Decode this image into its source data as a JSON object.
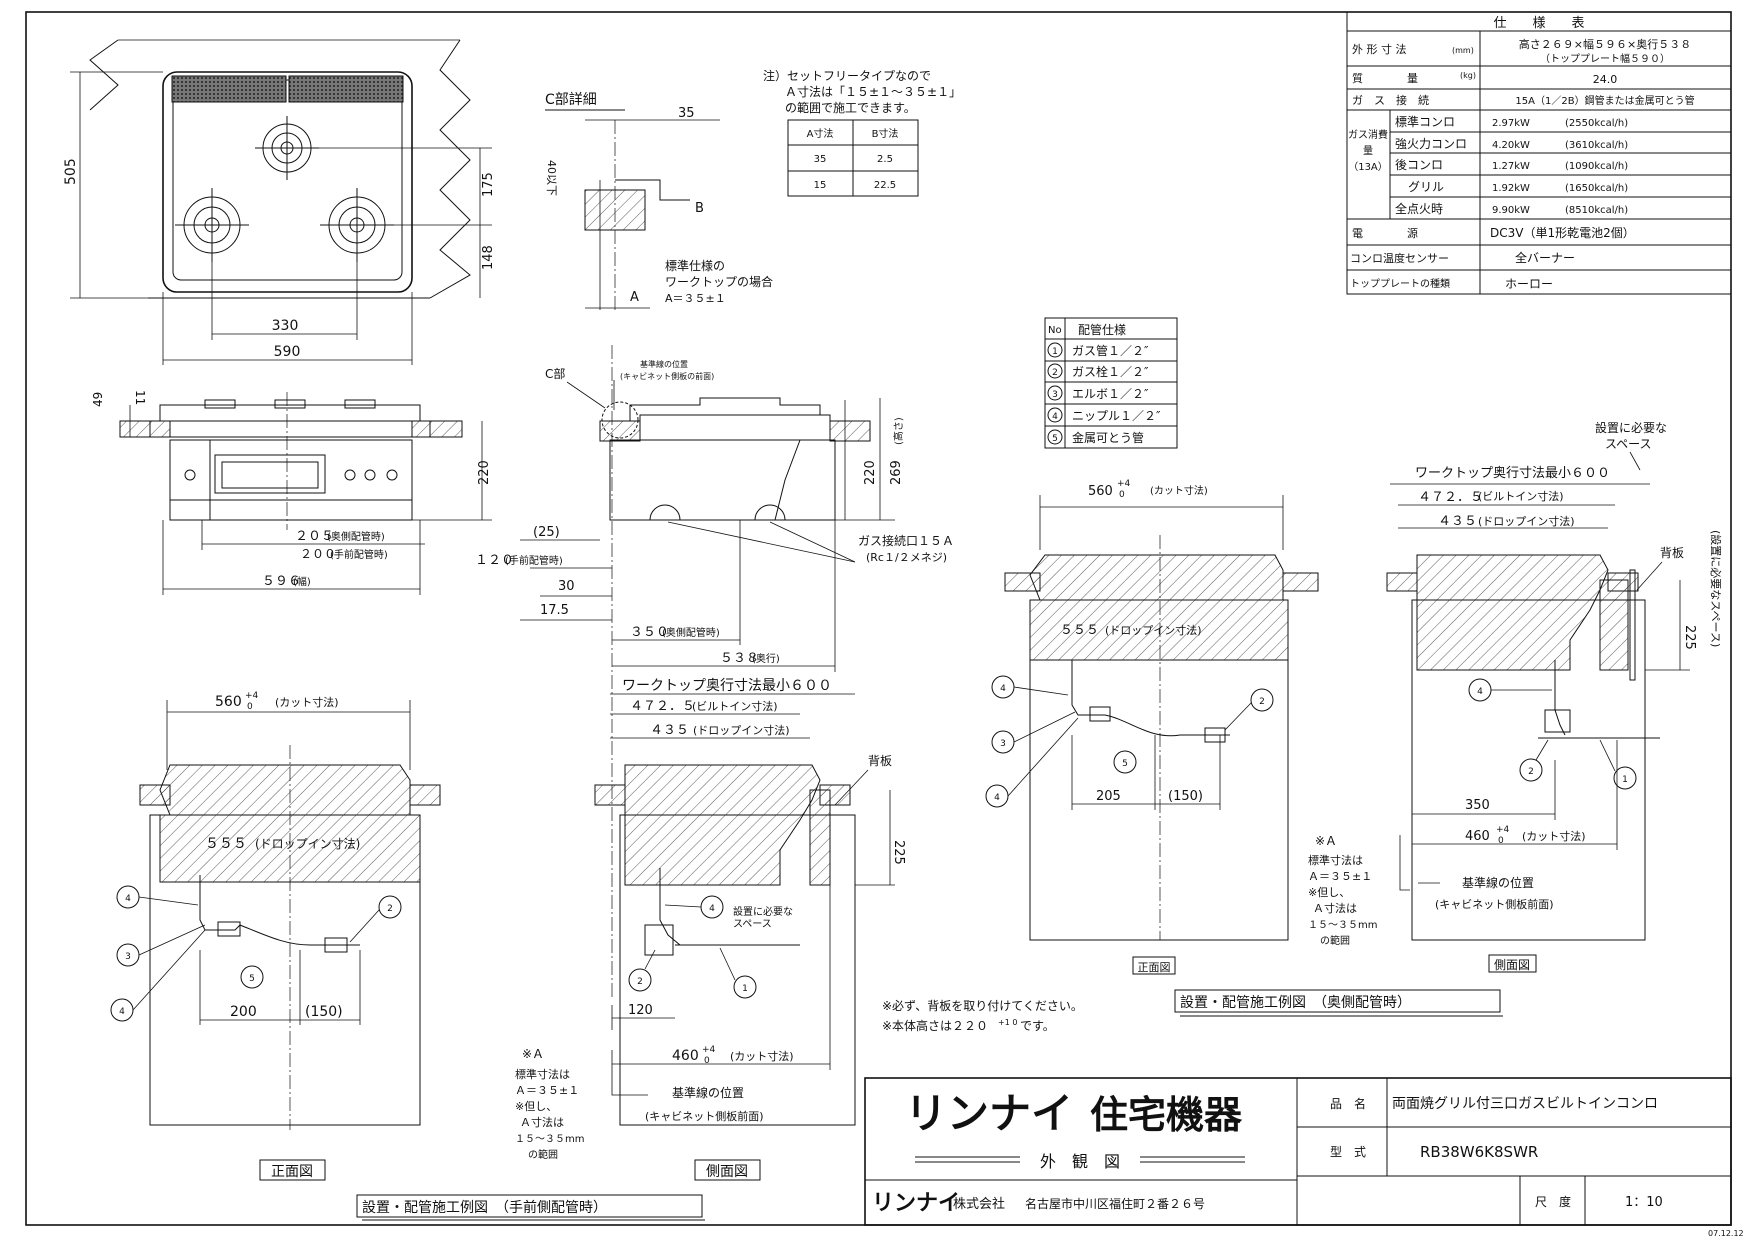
{
  "spec": {
    "title": "仕　　様　　表",
    "rows": [
      {
        "label": "外 形 寸 法",
        "unit": "(mm)",
        "value": "高さ２６９×幅５９６×奥行５３８",
        "value2": "（トッププレート幅５９０）"
      },
      {
        "label": "質　　　　量",
        "unit": "(kg)",
        "value": "24.0"
      },
      {
        "label": "ガ　ス　接　続",
        "value": "15A（1／2B）鋼管または金属可とう管"
      }
    ],
    "gas_group": "ガス消費量（13A）",
    "gas_rows": [
      {
        "label": "標準コンロ",
        "kw": "2.97kW",
        "kcal": "(2550kcal/h)"
      },
      {
        "label": "強火力コンロ",
        "kw": "4.20kW",
        "kcal": "(3610kcal/h)"
      },
      {
        "label": "後コンロ",
        "kw": "1.27kW",
        "kcal": "(1090kcal/h)"
      },
      {
        "label": "グリル",
        "kw": "1.92kW",
        "kcal": "(1650kcal/h)"
      },
      {
        "label": "全点火時",
        "kw": "9.90kW",
        "kcal": "(8510kcal/h)"
      }
    ],
    "rows2": [
      {
        "label": "電　　　　源",
        "value": "DC3V（単1形乾電池2個）"
      },
      {
        "label": "コンロ温度センサー",
        "value": "全バーナー"
      },
      {
        "label": "トッププレートの種類",
        "value": "ホーロー"
      }
    ]
  },
  "piping": {
    "header_no": "No",
    "header_spec": "配管仕様",
    "items": [
      {
        "no": "1",
        "text": "ガス管１／２″"
      },
      {
        "no": "2",
        "text": "ガス栓１／２″"
      },
      {
        "no": "3",
        "text": "エルボ１／２″"
      },
      {
        "no": "4",
        "text": "ニップル１／２″"
      },
      {
        "no": "5",
        "text": "金属可とう管"
      }
    ]
  },
  "note_a": {
    "line1": "注）セットフリータイプなので",
    "line2": "Ａ寸法は「１５±１～３５±１」",
    "line3": "の範囲で施工できます。",
    "col_a": "A寸法",
    "col_b": "B寸法",
    "rows": [
      [
        "35",
        "2.5"
      ],
      [
        "15",
        "22.5"
      ]
    ]
  },
  "detail_c": {
    "title": "C部詳細",
    "dim35": "35",
    "dim40": "40以下",
    "label_b": "B",
    "label_a": "A",
    "note1": "標準仕様の",
    "note2": "ワークトップの場合",
    "note3": "A＝３５±１"
  },
  "dims": {
    "d505": "505",
    "d175": "175",
    "d148": "148",
    "d330": "330",
    "d590": "590",
    "d11": "11",
    "d49": "49",
    "d220": "220",
    "d269": "269",
    "d269u": "(高さ)",
    "d205": "２０５",
    "d205n": "(奥側配管時)",
    "d200": "２００",
    "d200n": "(手前配管時)",
    "d596": "５９６",
    "d596n": "(幅)",
    "c_part": "C部",
    "ref_line1": "基準線の位置",
    "ref_line2": "(キャビネット側板の前面)",
    "d25": "(25)",
    "d120": "１２０",
    "d120n": "(手前配管時)",
    "d30": "30",
    "d175b": "17.5",
    "d350": "３５０",
    "d350n": "(奥側配管時)",
    "d538": "５３８",
    "d538n": "(奥行)",
    "gas_inlet1": "ガス接続口１５Ａ",
    "gas_inlet2": "(Rc１/２メネジ)"
  },
  "install_front": {
    "cut": "560",
    "cut_tol": "+4",
    "cut_tol2": "0",
    "cut_note": "(カット寸法)",
    "drop": "５５５",
    "drop_note": "(ドロップイン寸法)",
    "d1": "200",
    "d2": "(150)",
    "view": "正面図"
  },
  "install_side": {
    "wt": "ワークトップ奥行寸法最小６００",
    "builtin": "４７２．５",
    "builtin_n": "(ビルトイン寸法)",
    "dropin": "４３５",
    "dropin_n": "(ドロップイン寸法)",
    "back": "背板",
    "d225": "225",
    "space1": "設置に必要な",
    "space2": "スペース",
    "d120": "120",
    "cut": "460",
    "cut_tol": "+4",
    "cut_tol2": "0",
    "cut_note": "(カット寸法)",
    "starA": "※Ａ",
    "std1": "標準寸法は",
    "std2": "Ａ＝３５±１",
    "std3": "※但し、",
    "std4": "Ａ寸法は",
    "std5": "１５～３５mm",
    "std6": "の範囲",
    "ref1": "基準線の位置",
    "ref2": "(キャビネット側板前面)",
    "view": "側面図"
  },
  "install_front2": {
    "d1": "205",
    "d2": "(150)",
    "view": "正面図"
  },
  "install_side2": {
    "space1": "設置に必要な",
    "space2": "スペース",
    "space_v": "(設置に必要なスペース)",
    "d350": "350",
    "view": "側面図"
  },
  "notes": {
    "n1": "※必ず、背板を取り付けてください。",
    "n2": "※本体高さは２２０",
    "n2t": "+1 0",
    "n2e": "です。"
  },
  "captions": {
    "back": "設置・配管施工例図　（奥側配管時）",
    "front": "設置・配管施工例図　（手前側配管時）"
  },
  "title_block": {
    "brand": "リンナイ",
    "brand2": "住宅機器",
    "drawing": "外　観　図",
    "company_logo": "リンナイ",
    "company": "株式会社",
    "address": "名古屋市中川区福住町２番２６号",
    "name_label": "品　名",
    "name_value": "両面焼グリル付三口ガスビルトインコンロ",
    "model_label": "型　式",
    "model_value": "RB38W6K8SWR",
    "scale_label": "尺　度",
    "scale_value": "1：10",
    "date": "07.12.12"
  }
}
